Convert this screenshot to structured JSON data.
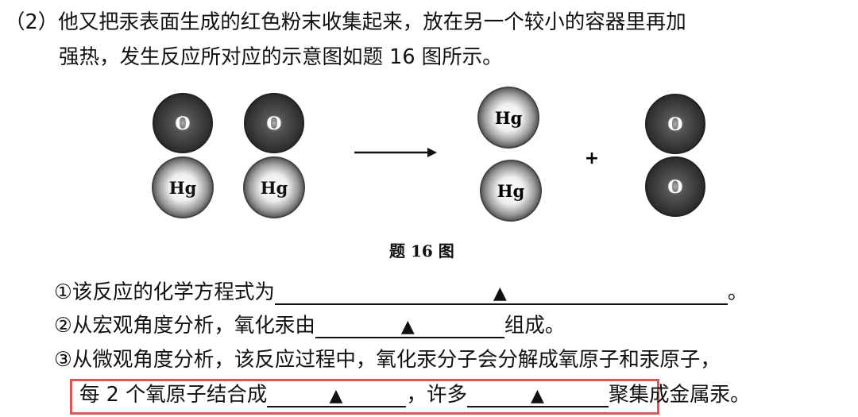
{
  "question": {
    "line1": "（2）他又把汞表面生成的红色粉末收集起来，放在另一个较小的容器里再加",
    "line2": "强热，发生反应所对应的示意图如题 16 图所示。"
  },
  "diagram": {
    "hg_label": "Hg",
    "o_label": "O",
    "plus": "+",
    "caption": "题 16 图"
  },
  "items": {
    "item1": {
      "prefix": "①该反应的化学方程式为",
      "blank_mark": "▲",
      "suffix": "。"
    },
    "item2": {
      "prefix": "②从宏观角度分析，氧化汞由",
      "blank_mark": "▲",
      "suffix": "组成。"
    },
    "item3": {
      "line1": "③从微观角度分析，该反应过程中，氧化汞分子会分解成氧原子和汞原子，",
      "line2_a": "每 2 个氧原子结合成",
      "blank1_mark": "▲",
      "line2_b": "，许多",
      "blank2_mark": "▲",
      "line2_c": "聚集成金属汞。"
    }
  },
  "colors": {
    "highlight_box": "#e05555"
  }
}
